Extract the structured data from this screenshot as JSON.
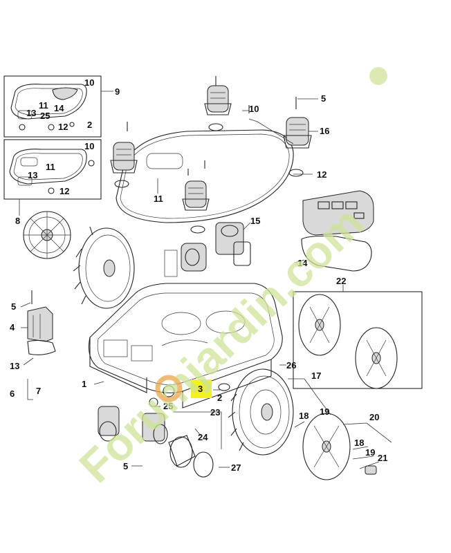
{
  "callouts": [
    {
      "id": "c-10a",
      "text": "10"
    },
    {
      "id": "c-9",
      "text": "9"
    },
    {
      "id": "c-11a",
      "text": "11"
    },
    {
      "id": "c-14a",
      "text": "14"
    },
    {
      "id": "c-13a",
      "text": "13"
    },
    {
      "id": "c-25a",
      "text": "25"
    },
    {
      "id": "c-12a",
      "text": "12"
    },
    {
      "id": "c-2a",
      "text": "2"
    },
    {
      "id": "c-10b",
      "text": "10"
    },
    {
      "id": "c-11b",
      "text": "11"
    },
    {
      "id": "c-13b",
      "text": "13"
    },
    {
      "id": "c-12b",
      "text": "12"
    },
    {
      "id": "c-8",
      "text": "8"
    },
    {
      "id": "c-10c",
      "text": "10"
    },
    {
      "id": "c-5a",
      "text": "5"
    },
    {
      "id": "c-16",
      "text": "16"
    },
    {
      "id": "c-12c",
      "text": "12"
    },
    {
      "id": "c-11c",
      "text": "11"
    },
    {
      "id": "c-15",
      "text": "15"
    },
    {
      "id": "c-14b",
      "text": "14"
    },
    {
      "id": "c-22",
      "text": "22"
    },
    {
      "id": "c-5b",
      "text": "5"
    },
    {
      "id": "c-4",
      "text": "4"
    },
    {
      "id": "c-13c",
      "text": "13"
    },
    {
      "id": "c-6",
      "text": "6"
    },
    {
      "id": "c-7",
      "text": "7"
    },
    {
      "id": "c-1",
      "text": "1"
    },
    {
      "id": "c-26",
      "text": "26"
    },
    {
      "id": "c-17",
      "text": "17"
    },
    {
      "id": "c-3",
      "text": "3"
    },
    {
      "id": "c-2b",
      "text": "2"
    },
    {
      "id": "c-25b",
      "text": "25"
    },
    {
      "id": "c-23",
      "text": "23"
    },
    {
      "id": "c-18a",
      "text": "18"
    },
    {
      "id": "c-19a",
      "text": "19"
    },
    {
      "id": "c-20",
      "text": "20"
    },
    {
      "id": "c-24",
      "text": "24"
    },
    {
      "id": "c-18b",
      "text": "18"
    },
    {
      "id": "c-19b",
      "text": "19"
    },
    {
      "id": "c-21",
      "text": "21"
    },
    {
      "id": "c-5c",
      "text": "5"
    },
    {
      "id": "c-27",
      "text": "27"
    }
  ],
  "highlight": {
    "label": "3",
    "color": "#f2f21e"
  },
  "watermark": {
    "text": "Forumjardin.com",
    "color": "#cfe29a",
    "accent": "#e9a646"
  }
}
